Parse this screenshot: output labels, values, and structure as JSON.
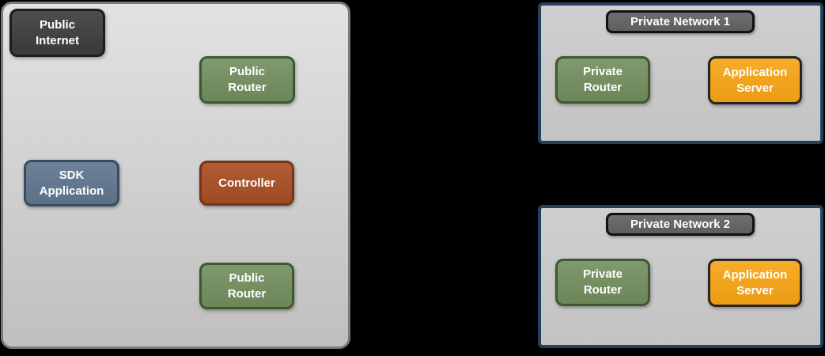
{
  "palette": {
    "background": "#000000",
    "public_zone_fill_top": "#e2e2e2",
    "public_zone_fill_bottom": "#bfbfbf",
    "public_zone_border": "#7a7a7a",
    "private_network_fill": "#c9c9c9",
    "private_network_border": "#24405a",
    "network_label_fill": "#666666",
    "dark_node_fill": "#414141",
    "green_node_fill": "#7a936a",
    "green_node_border": "#40582f",
    "slate_node_fill": "#64788e",
    "slate_node_border": "#3a4c60",
    "rust_node_fill": "#a7512b",
    "rust_node_border": "#773517",
    "orange_node_fill": "#f2a413",
    "orange_node_border": "#262626",
    "node_text": "#ffffff"
  },
  "public_zone": {
    "nodes": {
      "public_internet": {
        "label": "Public\nInternet"
      },
      "public_router_top": {
        "label": "Public\nRouter"
      },
      "sdk_application": {
        "label": "SDK\nApplication"
      },
      "controller": {
        "label": "Controller"
      },
      "public_router_bottom": {
        "label": "Public\nRouter"
      }
    }
  },
  "private_networks": [
    {
      "title": "Private Network 1",
      "nodes": {
        "private_router": {
          "label": "Private\nRouter"
        },
        "application_server": {
          "label": "Application\nServer"
        }
      }
    },
    {
      "title": "Private Network 2",
      "nodes": {
        "private_router": {
          "label": "Private\nRouter"
        },
        "application_server": {
          "label": "Application\nServer"
        }
      }
    }
  ]
}
